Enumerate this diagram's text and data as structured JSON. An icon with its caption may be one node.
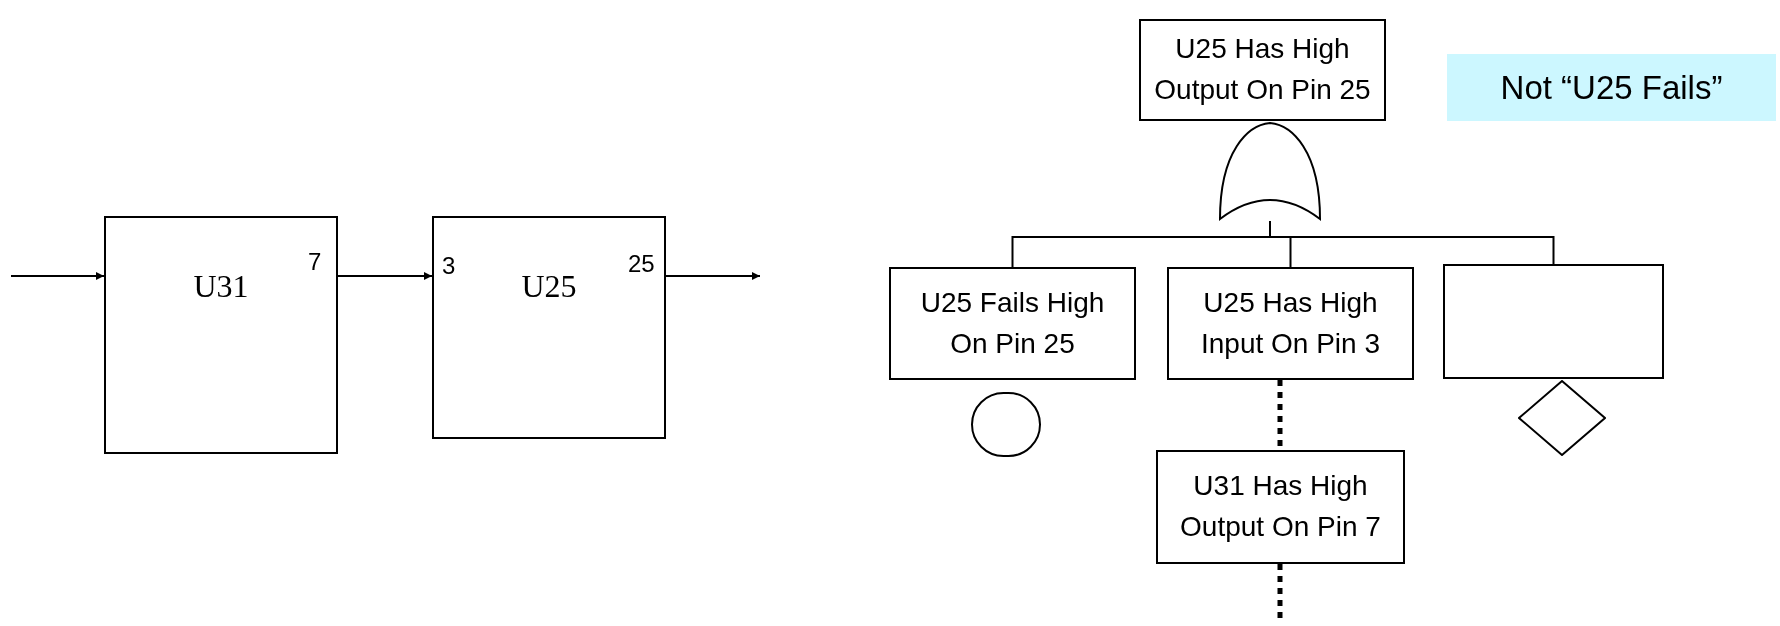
{
  "diagram": {
    "nodes": [
      {
        "text": [
          "U31"
        ]
      },
      {
        "text": [
          "U25"
        ]
      },
      {
        "text": [
          "U25 Has High Output On Pin 25"
        ]
      },
      {
        "text": [
          "Not “U25 Fails”"
        ]
      },
      {
        "text": [],
        "shape": "gate"
      },
      {
        "text": [
          "U25 Fails High On Pin 25"
        ]
      },
      {
        "text": [
          "U25 Has High Input On Pin 3"
        ]
      },
      {
        "text": [],
        "shape": "box"
      },
      {
        "text": [],
        "shape": "circle"
      },
      {
        "text": [],
        "shape": "diamond"
      },
      {
        "text": [
          "U31 Has High Output On Pin 7"
        ]
      }
    ],
    "edges": [
      {
        "from": null,
        "to": 0,
        "arrow": "to"
      },
      {
        "from": 0,
        "to": 1,
        "arrow": "to"
      },
      {
        "from": 1,
        "to": null,
        "arrow": "to"
      },
      {
        "from": 4,
        "to": 5,
        "arrow": "none"
      },
      {
        "from": 4,
        "to": 6,
        "arrow": "none"
      },
      {
        "from": 4,
        "to": 7,
        "arrow": "none"
      },
      {
        "from": 6,
        "to": 10,
        "arrow": "none",
        "style": "dashed"
      },
      {
        "from": 10,
        "to": null,
        "arrow": "none",
        "style": "dashed"
      }
    ],
    "labels": [
      "7",
      "3",
      "25"
    ]
  }
}
